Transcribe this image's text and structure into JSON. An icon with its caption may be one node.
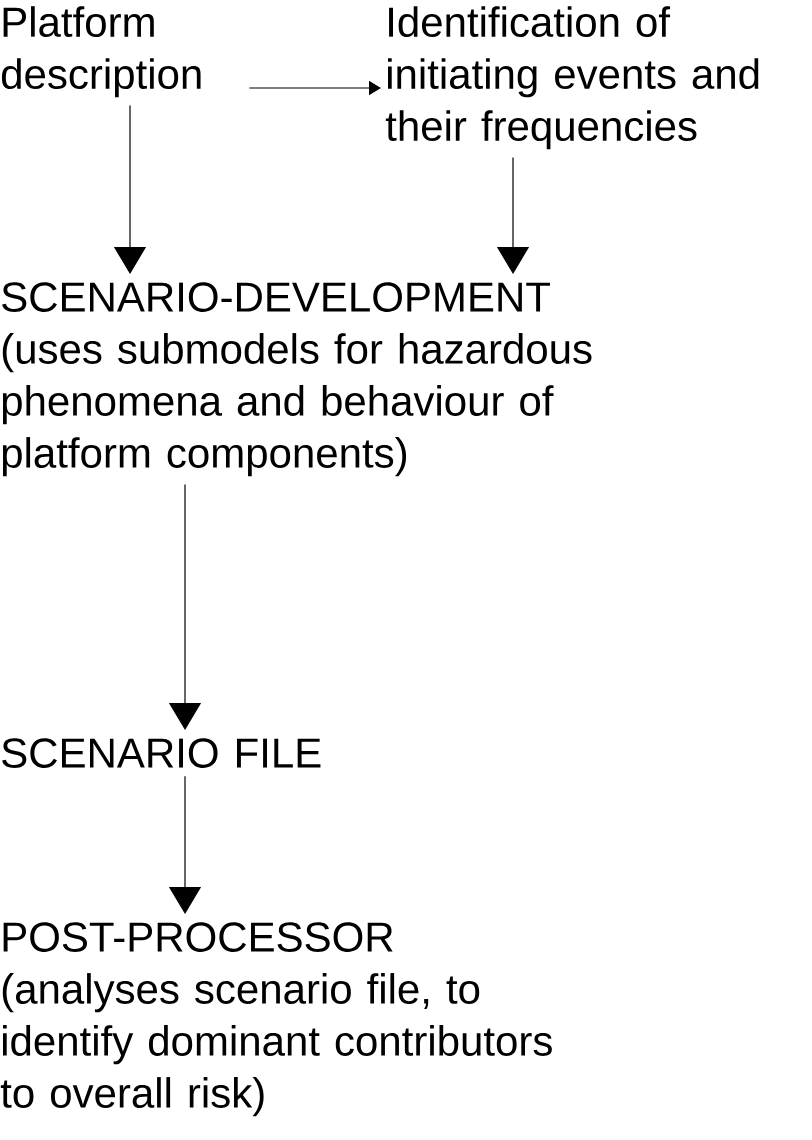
{
  "diagram": {
    "nodes": [
      {
        "text": [
          "Platform description"
        ]
      },
      {
        "text": [
          "Identification of initiating events and their frequencies"
        ]
      },
      {
        "text": [
          "SCENARIO-DEVELOPMENT",
          "(uses submodels for hazardous phenomena and behaviour of platform components)"
        ]
      },
      {
        "text": [
          "SCENARIO FILE"
        ]
      },
      {
        "text": [
          "POST-PROCESSOR",
          "(analyses scenario file, to identify dominant contributors to overall risk)"
        ]
      }
    ],
    "edges": [
      {
        "from": 0,
        "to": 1,
        "arrow": "to"
      },
      {
        "from": 0,
        "to": 2,
        "arrow": "to"
      },
      {
        "from": 1,
        "to": 2,
        "arrow": "to"
      },
      {
        "from": 2,
        "to": 3,
        "arrow": "to"
      },
      {
        "from": 3,
        "to": 4,
        "arrow": "to"
      }
    ]
  }
}
